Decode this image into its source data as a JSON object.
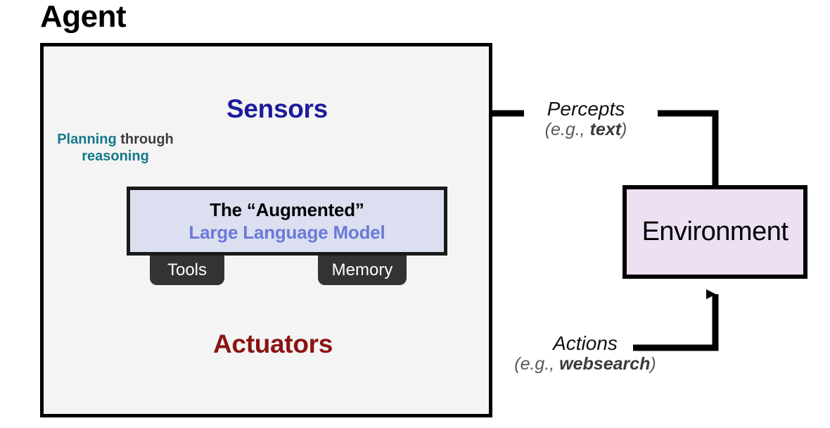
{
  "title": "Agent",
  "agent": {
    "box_label": "Agent",
    "sensors": {
      "label": "Sensors",
      "color": "#1c1c9c"
    },
    "actuators": {
      "label": "Actuators",
      "color": "#8c1212"
    },
    "planning_note": {
      "keyword1": "Planning",
      "plain": " through",
      "keyword2": "reasoning",
      "color": "#13788c",
      "plain_color": "#3d3d3d"
    },
    "llm": {
      "line1": "The “Augmented”",
      "line2": "Large Language Model",
      "fill": "#dbdff0",
      "line1_color": "#000000",
      "line2_color": "#6b7ad8"
    },
    "tabs": [
      {
        "label": "Tools",
        "name": "tools"
      },
      {
        "label": "Memory",
        "name": "memory"
      }
    ]
  },
  "environment": {
    "label": "Environment",
    "fill": "#ece0f2"
  },
  "edges": {
    "percepts": {
      "main": "Percepts",
      "example_prefix": "(e.g., ",
      "example_value": "text",
      "example_suffix": ")"
    },
    "actions": {
      "main": "Actions",
      "example_prefix": "(e.g., ",
      "example_value": "websearch",
      "example_suffix": ")"
    }
  },
  "colors": {
    "agent_box_fill": "#f4f4f4",
    "stroke": "#000000",
    "tab_fill": "#333333"
  }
}
